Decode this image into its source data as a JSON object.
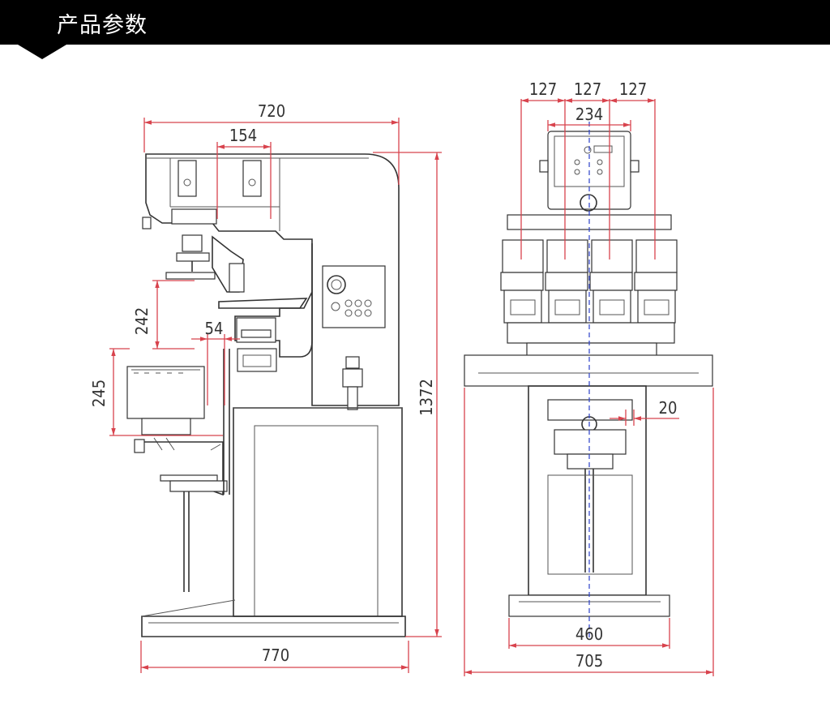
{
  "header": {
    "title": "产品参数"
  },
  "side_view": {
    "dims": {
      "width_top": "720",
      "arm_offset": "154",
      "pad_height": "242",
      "pad_offset": "54",
      "platform_height": "245",
      "base_width": "770",
      "total_height": "1372"
    }
  },
  "front_view": {
    "dims": {
      "pitch_1": "127",
      "pitch_2": "127",
      "pitch_3": "127",
      "head_width": "234",
      "offset": "20",
      "base_inner": "460",
      "base_outer": "705"
    }
  },
  "colors": {
    "dimension": "#d8434d",
    "centerline": "#2b40c8",
    "line": "#333333",
    "header": "#000000"
  }
}
